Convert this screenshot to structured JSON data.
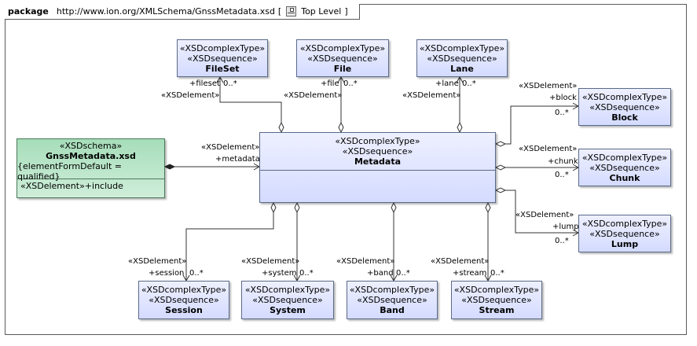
{
  "frame": {
    "keyword": "package",
    "namespace": "http://www.ion.org/XMLSchema/GnssMetadata.xsd",
    "bracket_open": "[",
    "view_label": "Top Level",
    "bracket_close": "]",
    "diagram_icon": "diagram-icon"
  },
  "stereotypes": {
    "complex_type": "«XSDcomplexType»",
    "sequence": "«XSDsequence»",
    "element": "«XSDelement»"
  },
  "schema": {
    "stereotype": "«XSDschema»",
    "name": "GnssMetadata.xsd",
    "tagged_value": "{elementFormDefault = qualified}",
    "attribute": "«XSDelement»+include"
  },
  "classes": {
    "fileset": "FileSet",
    "file": "File",
    "lane": "Lane",
    "block": "Block",
    "chunk": "Chunk",
    "lump": "Lump",
    "metadata": "Metadata",
    "session": "Session",
    "system": "System",
    "band": "Band",
    "stream": "Stream"
  },
  "roles": {
    "fileset": "+fileset",
    "file": "+file",
    "lane": "+lane",
    "block": "+block",
    "chunk": "+chunk",
    "lump": "+lump",
    "metadata": "+metadata",
    "session": "+session",
    "system": "+system",
    "band": "+band",
    "stream": "+stream"
  },
  "multiplicity": "0..*"
}
